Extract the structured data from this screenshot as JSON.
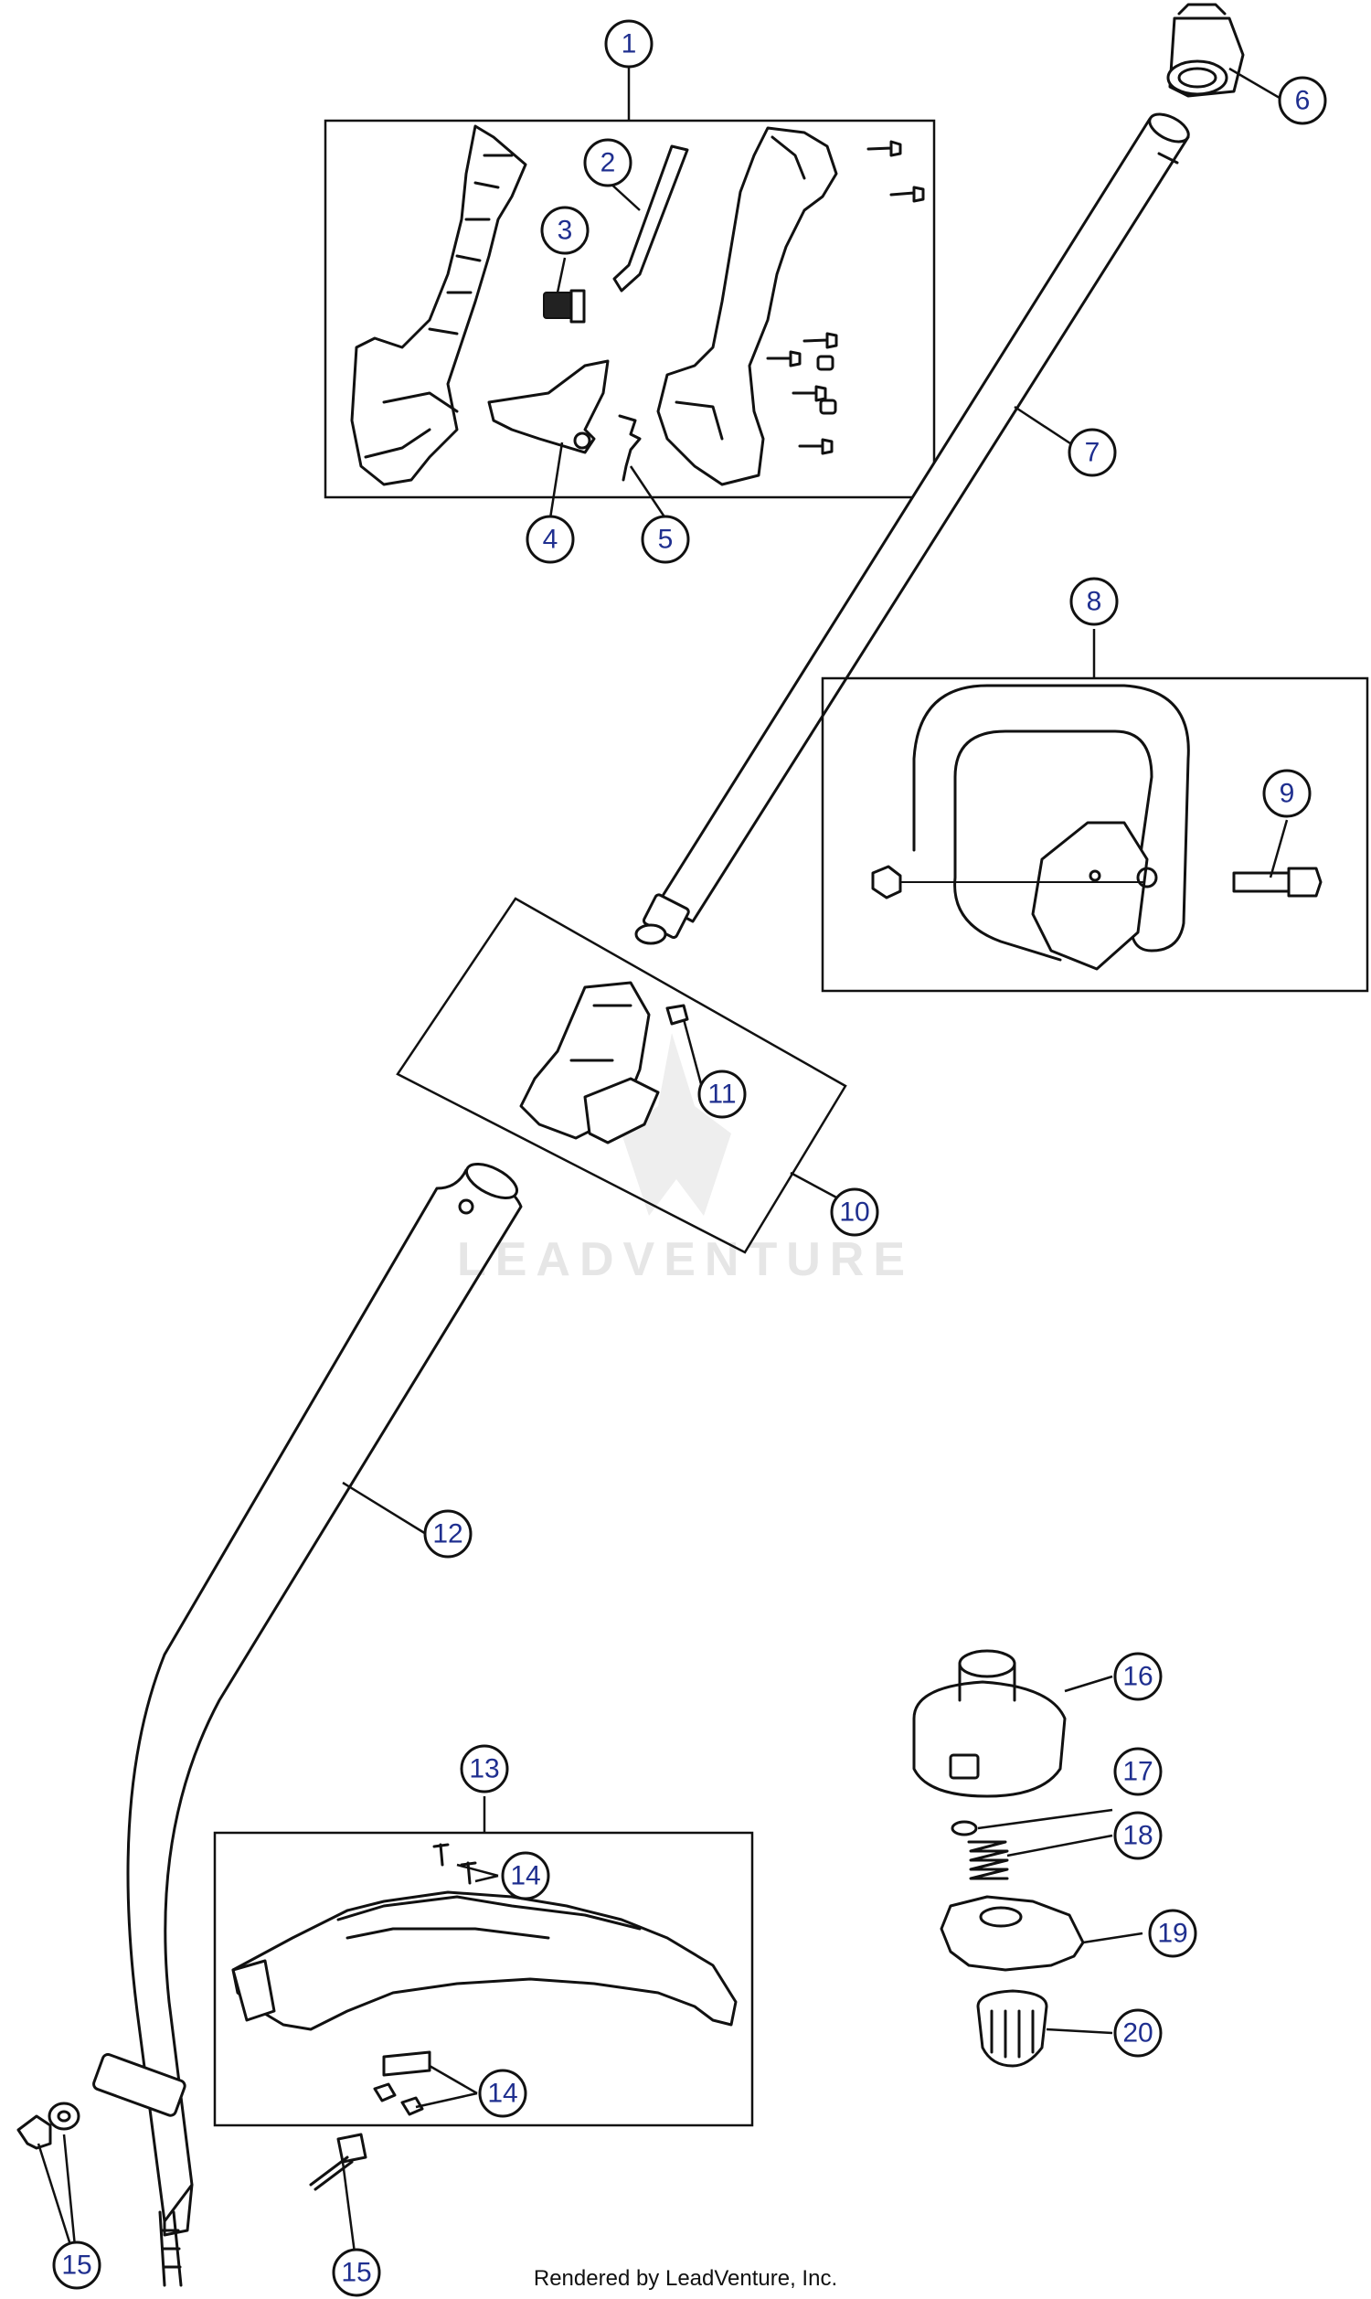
{
  "callouts": {
    "c1": "1",
    "c2": "2",
    "c3": "3",
    "c4": "4",
    "c5": "5",
    "c6": "6",
    "c7": "7",
    "c8": "8",
    "c9": "9",
    "c10": "10",
    "c11": "11",
    "c12": "12",
    "c13": "13",
    "c14a": "14",
    "c14b": "14",
    "c15a": "15",
    "c15b": "15",
    "c16": "16",
    "c17": "17",
    "c18": "18",
    "c19": "19",
    "c20": "20"
  },
  "watermark": {
    "text": "LEADVENTURE"
  },
  "footer": {
    "credit": "Rendered by LeadVenture, Inc."
  },
  "colors": {
    "callout_text": "#1f2f8f",
    "line": "#111111",
    "watermark": "#e6e6e6"
  }
}
